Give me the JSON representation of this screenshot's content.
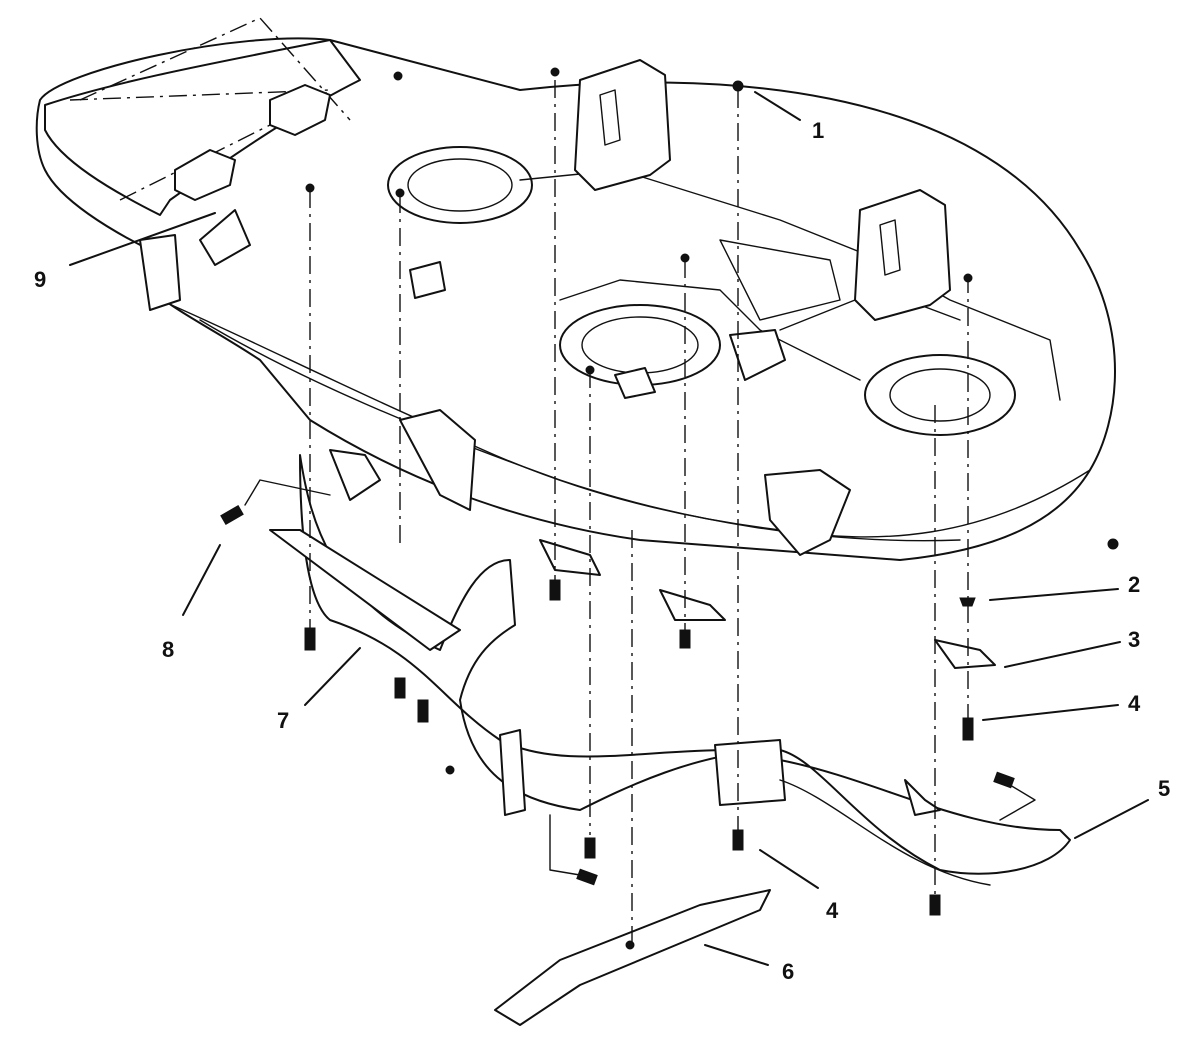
{
  "callouts": [
    {
      "id": "1",
      "label": "1"
    },
    {
      "id": "2",
      "label": "2"
    },
    {
      "id": "3",
      "label": "3"
    },
    {
      "id": "4a",
      "label": "4"
    },
    {
      "id": "5",
      "label": "5"
    },
    {
      "id": "4b",
      "label": "4"
    },
    {
      "id": "6",
      "label": "6"
    },
    {
      "id": "7",
      "label": "7"
    },
    {
      "id": "8",
      "label": "8"
    },
    {
      "id": "9",
      "label": "9"
    }
  ],
  "colors": {
    "ink": "#111111",
    "paper": "#ffffff"
  }
}
